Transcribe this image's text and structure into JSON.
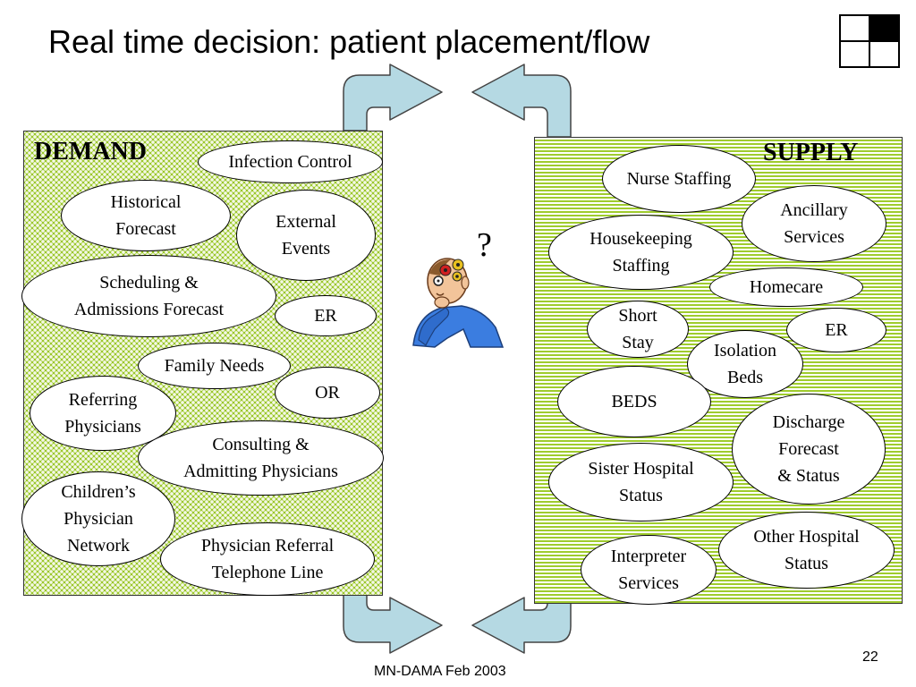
{
  "slide": {
    "title": "Real time decision:  patient placement/flow",
    "page_number": "22",
    "footer": "MN-DAMA  Feb 2003"
  },
  "demand": {
    "heading": "DEMAND",
    "items": [
      "Infection Control",
      "Historical\nForecast",
      "External\nEvents",
      "Scheduling &\nAdmissions Forecast",
      "ER",
      "Family Needs",
      "OR",
      "Referring\nPhysicians",
      "Consulting &\nAdmitting Physicians",
      "Children’s\nPhysician\nNetwork",
      "Physician Referral\nTelephone Line"
    ]
  },
  "supply": {
    "heading": "SUPPLY",
    "items": [
      "Nurse Staffing",
      "Ancillary\nServices",
      "Housekeeping\nStaffing",
      "Homecare",
      "Short\nStay",
      "ER",
      "Isolation\nBeds",
      "BEDS",
      "Discharge\nForecast\n& Status",
      "Sister Hospital\nStatus",
      "Other Hospital\nStatus",
      "Interpreter\nServices"
    ]
  },
  "center": {
    "question_mark": "?"
  },
  "colors": {
    "demand_fill": "#9bc72b",
    "supply_stripe": "#9fcc2d",
    "arrow_fill": "#b5d9e3"
  }
}
